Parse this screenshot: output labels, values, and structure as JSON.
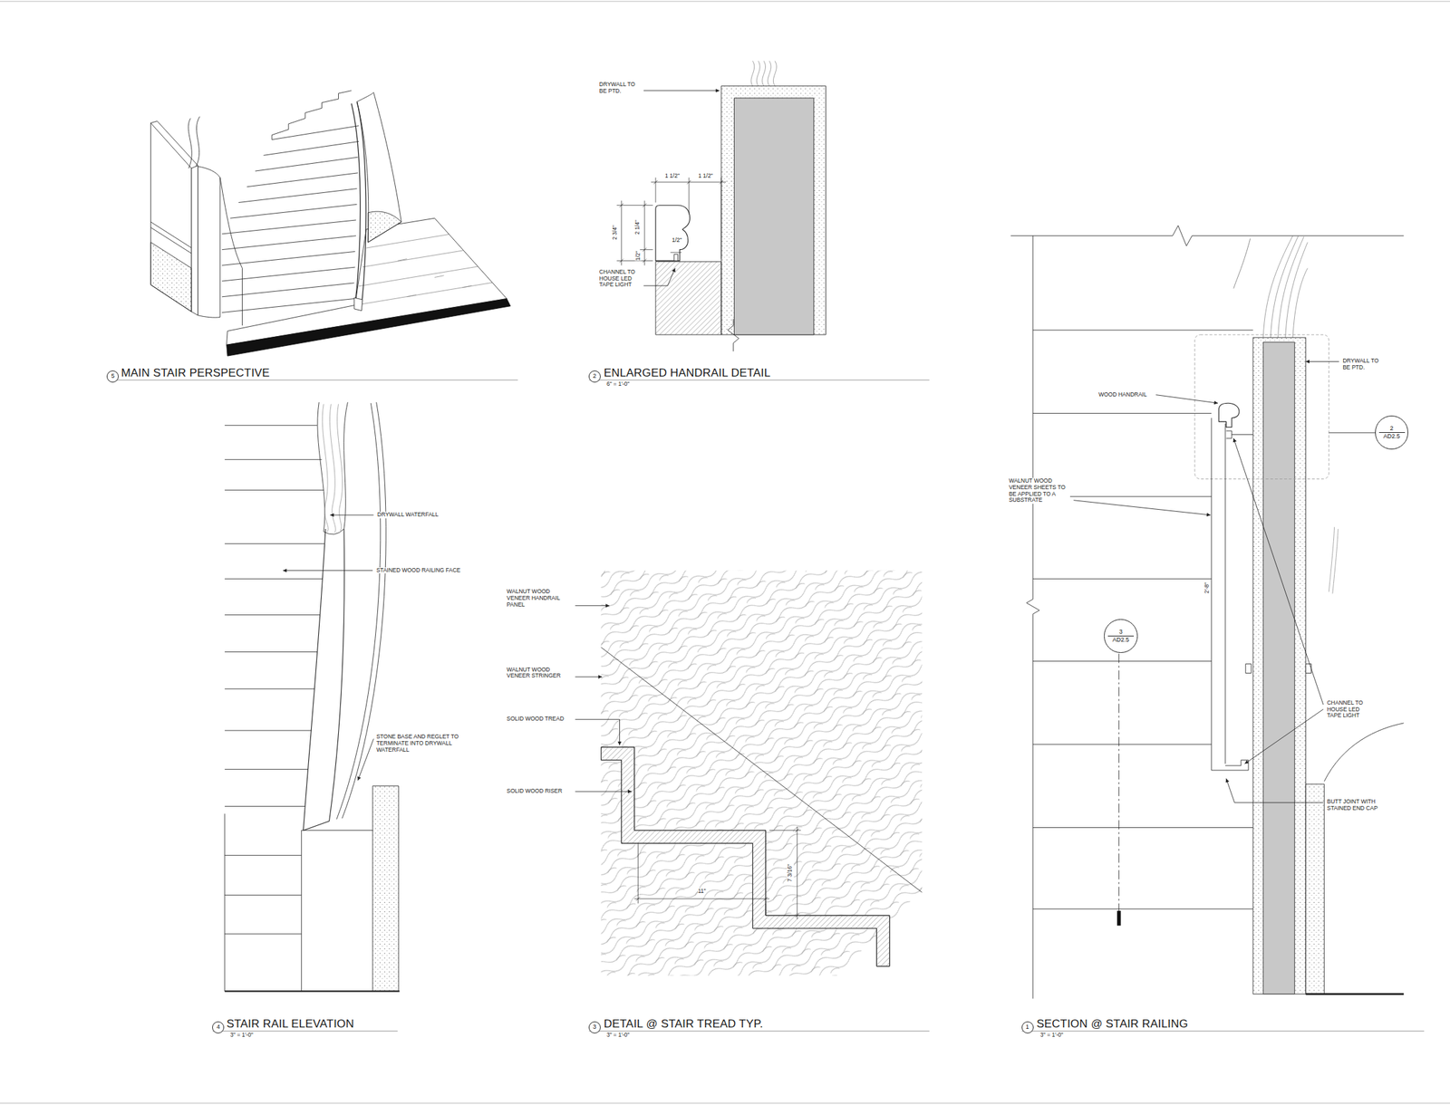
{
  "diagram": {
    "nodes": [
      {
        "text": [
          "5"
        ]
      },
      {
        "text": [
          "2"
        ]
      },
      {
        "text": [
          "2",
          "AD2.5"
        ]
      },
      {
        "text": [
          "3",
          "AD2.5"
        ]
      },
      {
        "text": [
          "4"
        ]
      },
      {
        "text": [
          "3"
        ]
      },
      {
        "text": [
          "1"
        ]
      }
    ],
    "labels": [
      "MAIN STAIR PERSPECTIVE",
      "DRYWALL TO BE PTD.",
      "1 1/2\"",
      "1 1/2\"",
      "2 3/4\"",
      "2 1/4\"",
      "1/2\"",
      "1/2\"",
      "CHANNEL TO HOUSE LED TAPE LIGHT",
      "ENLARGED HANDRAIL DETAIL",
      "6\" = 1'-0\"",
      "DRYWALL WATERFALL",
      "STAINED WOOD RAILING FACE",
      "STONE BASE AND REGLET TO TERMINATE INTO DRYWALL WATERFALL",
      "STAIR RAIL ELEVATION",
      "3\" = 1'-0\"",
      "WALNUT WOOD VENEER HANDRAIL PANEL",
      "WALNUT WOOD VENEER STRINGER",
      "SOLID WOOD TREAD",
      "SOLID WOOD RISER",
      "11\"",
      "7 3/16\"",
      "DETAIL @ STAIR TREAD TYP.",
      "3\" = 1'-0\"",
      "DRYWALL TO BE PTD.",
      "WOOD HANDRAIL",
      "WALNUT WOOD VENEER SHEETS TO BE APPLIED TO A SUBSTRATE",
      "2'-8\"",
      "CHANNEL TO HOUSE LED TAPE LIGHT",
      "BUTT JOINT WITH STAINED END CAP",
      "SECTION @ STAIR RAILING",
      "3\" = 1'-0\""
    ]
  }
}
